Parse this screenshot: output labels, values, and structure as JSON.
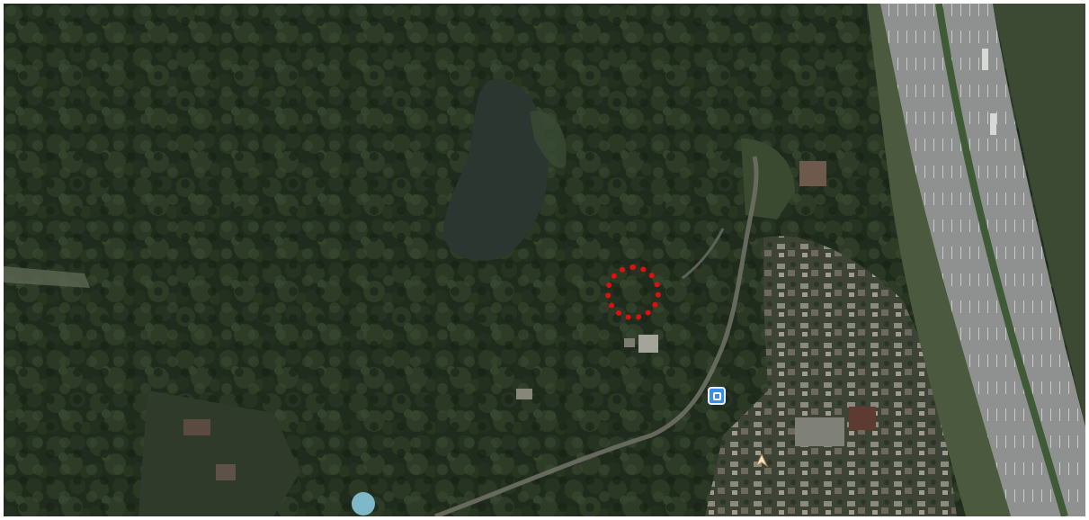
{
  "map": {
    "view": "satellite",
    "colors": {
      "forest": "#1f2a1c",
      "water": "#2b3631",
      "highway": "#8f9190",
      "target_marker": "#e01010",
      "transit_marker": "#3d8ede"
    },
    "markers": [
      {
        "id": "target",
        "icon": "dotted-circle-icon",
        "color": "#e01010"
      },
      {
        "id": "transit",
        "icon": "bus-stop-icon",
        "color": "#3d8ede"
      },
      {
        "id": "place",
        "icon": "place-pin-icon",
        "color": "#f4e4c8"
      }
    ]
  }
}
